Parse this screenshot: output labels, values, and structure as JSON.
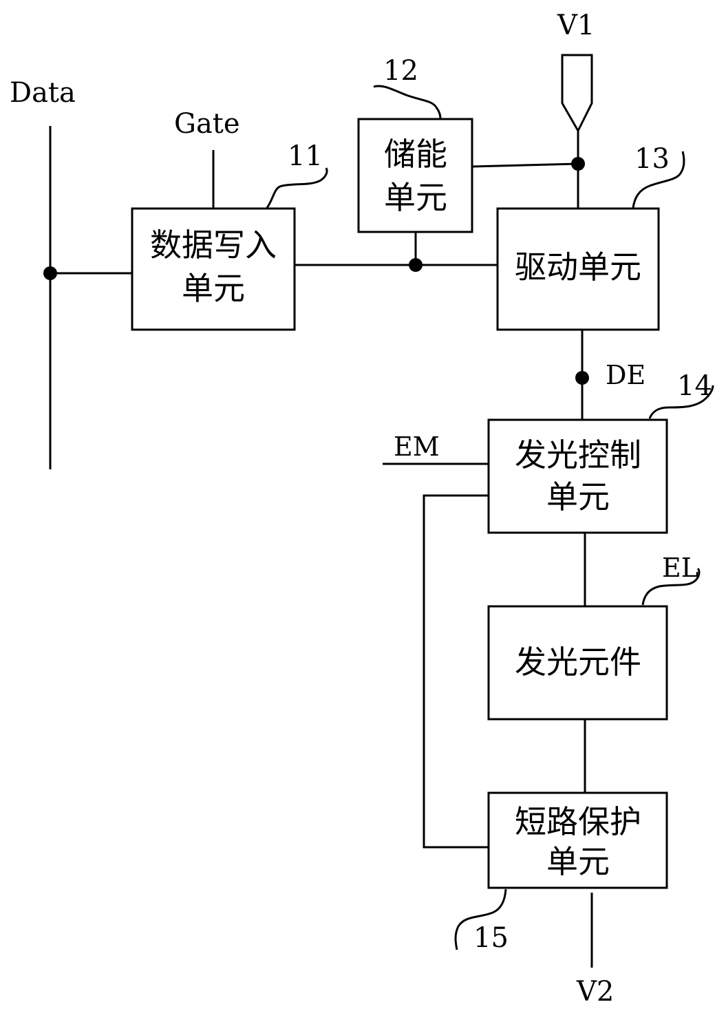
{
  "signals": {
    "data": "Data",
    "gate": "Gate",
    "v1": "V1",
    "v2": "V2",
    "de": "DE",
    "em": "EM",
    "el": "EL"
  },
  "units": {
    "data_write": {
      "ref": "11",
      "line1": "数据写入",
      "line2": "单元"
    },
    "storage": {
      "ref": "12",
      "line1": "储能",
      "line2": "单元"
    },
    "drive": {
      "ref": "13",
      "line1": "驱动单元"
    },
    "emission_control": {
      "ref": "14",
      "line1": "发光控制",
      "line2": "单元"
    },
    "light_element": {
      "line1": "发光元件"
    },
    "short_protection": {
      "ref": "15",
      "line1": "短路保护",
      "line2": "单元"
    }
  }
}
